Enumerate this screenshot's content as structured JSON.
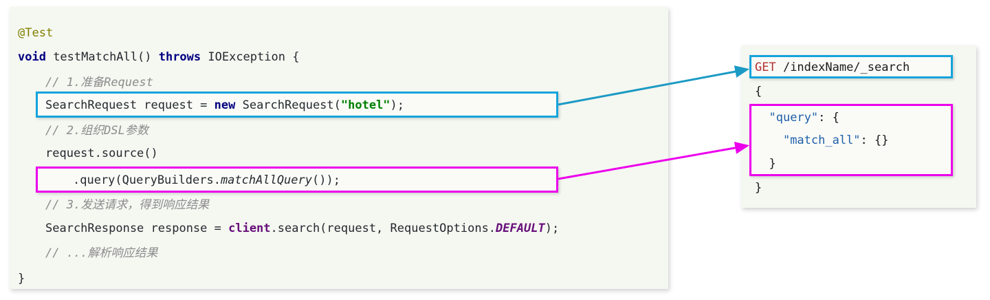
{
  "code_panel": {
    "language": "java",
    "lines": [
      {
        "indent": 0,
        "parts": [
          {
            "t": "@Test",
            "c": "anno"
          }
        ]
      },
      {
        "indent": 0,
        "parts": [
          {
            "t": "void",
            "c": "kw"
          },
          {
            "t": " testMatchAll() ",
            "c": ""
          },
          {
            "t": "throws",
            "c": "kw"
          },
          {
            "t": " IOException {",
            "c": ""
          }
        ]
      },
      {
        "indent": 1,
        "parts": [
          {
            "t": "// 1.准备Request",
            "c": "cmt"
          }
        ]
      },
      {
        "indent": 1,
        "parts": [
          {
            "t": "SearchRequest request = ",
            "c": ""
          },
          {
            "t": "new",
            "c": "kw"
          },
          {
            "t": " SearchRequest(",
            "c": ""
          },
          {
            "t": "\"hotel\"",
            "c": "str"
          },
          {
            "t": ");",
            "c": ""
          }
        ]
      },
      {
        "indent": 1,
        "parts": [
          {
            "t": "// 2.组织DSL参数",
            "c": "cmt"
          }
        ]
      },
      {
        "indent": 1,
        "parts": [
          {
            "t": "request.source()",
            "c": ""
          }
        ]
      },
      {
        "indent": 2,
        "parts": [
          {
            "t": ".query(QueryBuilders.",
            "c": ""
          },
          {
            "t": "matchAllQuery",
            "c": "mth"
          },
          {
            "t": "());",
            "c": ""
          }
        ]
      },
      {
        "indent": 1,
        "parts": [
          {
            "t": "// 3.发送请求，得到响应结果",
            "c": "cmt"
          }
        ]
      },
      {
        "indent": 1,
        "parts": [
          {
            "t": "SearchResponse response = ",
            "c": ""
          },
          {
            "t": "client",
            "c": "fieldst"
          },
          {
            "t": ".search(request, RequestOptions.",
            "c": ""
          },
          {
            "t": "DEFAULT",
            "c": "statici"
          },
          {
            "t": ");",
            "c": ""
          }
        ]
      },
      {
        "indent": 1,
        "parts": [
          {
            "t": "// ...解析响应结果",
            "c": "cmt"
          }
        ]
      },
      {
        "indent": 0,
        "parts": [
          {
            "t": "}",
            "c": ""
          }
        ]
      }
    ],
    "highlights": [
      {
        "name": "search-request-highlight",
        "color": "#14a3dc",
        "line_index": 3
      },
      {
        "name": "query-builder-highlight",
        "color": "#ec00ec",
        "line_index": 6
      }
    ]
  },
  "dsl_panel": {
    "lines": [
      {
        "parts": [
          {
            "t": "GET",
            "c": "verb"
          },
          {
            "t": " /indexName/_search",
            "c": ""
          }
        ]
      },
      {
        "parts": [
          {
            "t": "{",
            "c": ""
          }
        ]
      },
      {
        "parts": [
          {
            "t": "  ",
            "c": ""
          },
          {
            "t": "\"query\"",
            "c": "jkey"
          },
          {
            "t": ": {",
            "c": ""
          }
        ]
      },
      {
        "parts": [
          {
            "t": "    ",
            "c": ""
          },
          {
            "t": "\"match_all\"",
            "c": "jkey"
          },
          {
            "t": ": {}",
            "c": ""
          }
        ]
      },
      {
        "parts": [
          {
            "t": "  }",
            "c": ""
          }
        ]
      },
      {
        "parts": [
          {
            "t": "}",
            "c": ""
          }
        ]
      }
    ],
    "highlights": [
      {
        "name": "get-endpoint-highlight",
        "color": "#14a3dc",
        "line_index": 0
      },
      {
        "name": "query-json-highlight",
        "color": "#ec00ec",
        "line_index": 2
      }
    ]
  },
  "connectors": [
    {
      "name": "request-to-endpoint-arrow",
      "color": "#1b9ac4",
      "from": "search-request-highlight",
      "to": "get-endpoint-highlight"
    },
    {
      "name": "query-to-json-arrow",
      "color": "#ec00ec",
      "from": "query-builder-highlight",
      "to": "query-json-highlight"
    }
  ],
  "colors": {
    "panel_background": "#f5f7f1",
    "accent_blue": "#14a3dc",
    "accent_magenta": "#ec00ec",
    "arrow_blue": "#1b9ac4",
    "keyword": "#000080",
    "annotation": "#808000",
    "comment": "#8c8c8c",
    "string": "#008000",
    "static_field": "#660e7a",
    "http_verb": "#b03030",
    "json_key": "#1f5fa9"
  }
}
